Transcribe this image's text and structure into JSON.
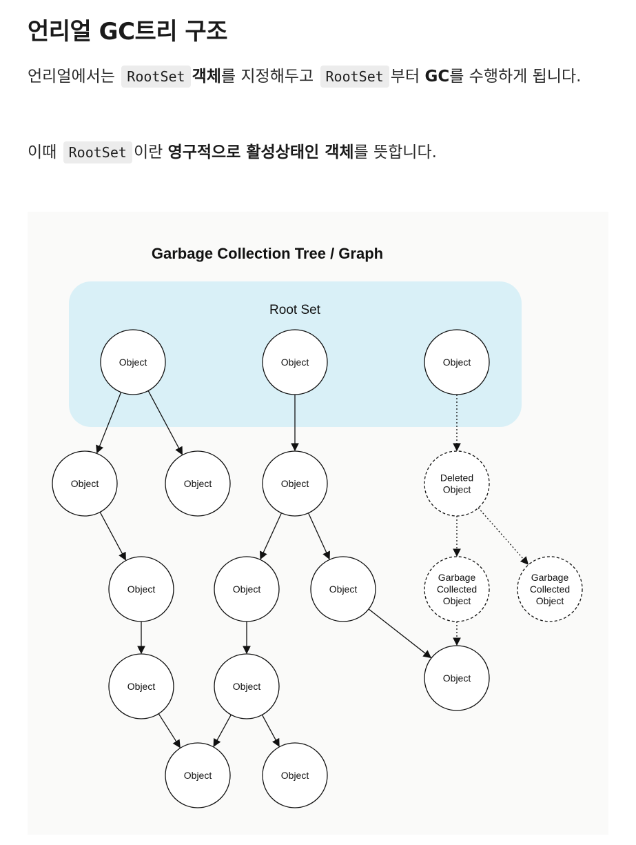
{
  "heading": "언리얼 GC트리 구조",
  "paragraph1": {
    "t1": "언리얼에서는 ",
    "code1": "RootSet",
    "b1": "객체",
    "t2": "를 지정해두고 ",
    "code2": "RootSet",
    "t3": "부터 ",
    "b2": "GC",
    "t4": "를 수행하게 됩니다."
  },
  "paragraph2": {
    "t1": "이때 ",
    "code1": "RootSet",
    "t2": "이란 ",
    "b1": "영구적으로 활성상태인 객체",
    "t3": "를 뜻합니다."
  },
  "diagram": {
    "title": "Garbage Collection Tree / Graph",
    "root_set_label": "Root Set",
    "root_set_color": "#d9f0f7",
    "nodes": [
      {
        "id": "r1",
        "lines": [
          "Object"
        ],
        "style": "solid"
      },
      {
        "id": "r2",
        "lines": [
          "Object"
        ],
        "style": "solid"
      },
      {
        "id": "r3",
        "lines": [
          "Object"
        ],
        "style": "solid"
      },
      {
        "id": "a1",
        "lines": [
          "Object"
        ],
        "style": "solid"
      },
      {
        "id": "a2",
        "lines": [
          "Object"
        ],
        "style": "solid"
      },
      {
        "id": "b1",
        "lines": [
          "Object"
        ],
        "style": "solid"
      },
      {
        "id": "d1",
        "lines": [
          "Deleted",
          "Object"
        ],
        "style": "dashed"
      },
      {
        "id": "a3",
        "lines": [
          "Object"
        ],
        "style": "solid"
      },
      {
        "id": "b2",
        "lines": [
          "Object"
        ],
        "style": "solid"
      },
      {
        "id": "b3",
        "lines": [
          "Object"
        ],
        "style": "solid"
      },
      {
        "id": "g1",
        "lines": [
          "Garbage",
          "Collected",
          "Object"
        ],
        "style": "dashed"
      },
      {
        "id": "g2",
        "lines": [
          "Garbage",
          "Collected",
          "Object"
        ],
        "style": "dashed"
      },
      {
        "id": "a4",
        "lines": [
          "Object"
        ],
        "style": "solid"
      },
      {
        "id": "b4",
        "lines": [
          "Object"
        ],
        "style": "solid"
      },
      {
        "id": "c1",
        "lines": [
          "Object"
        ],
        "style": "solid"
      },
      {
        "id": "m1",
        "lines": [
          "Object"
        ],
        "style": "solid"
      },
      {
        "id": "m2",
        "lines": [
          "Object"
        ],
        "style": "solid"
      }
    ],
    "edges": [
      {
        "from": "r1",
        "to": "a1",
        "style": "solid"
      },
      {
        "from": "r1",
        "to": "a2",
        "style": "solid"
      },
      {
        "from": "r2",
        "to": "b1",
        "style": "solid"
      },
      {
        "from": "r3",
        "to": "d1",
        "style": "dotted"
      },
      {
        "from": "a1",
        "to": "a3",
        "style": "solid"
      },
      {
        "from": "b1",
        "to": "b2",
        "style": "solid"
      },
      {
        "from": "b1",
        "to": "b3",
        "style": "solid"
      },
      {
        "from": "d1",
        "to": "g1",
        "style": "dotted"
      },
      {
        "from": "d1",
        "to": "g2",
        "style": "dotted"
      },
      {
        "from": "a3",
        "to": "a4",
        "style": "solid"
      },
      {
        "from": "b2",
        "to": "b4",
        "style": "solid"
      },
      {
        "from": "b3",
        "to": "c1",
        "style": "solid"
      },
      {
        "from": "g1",
        "to": "c1",
        "style": "dotted"
      },
      {
        "from": "a4",
        "to": "m1",
        "style": "solid"
      },
      {
        "from": "b4",
        "to": "m1",
        "style": "solid"
      },
      {
        "from": "b4",
        "to": "m2",
        "style": "solid"
      }
    ]
  }
}
